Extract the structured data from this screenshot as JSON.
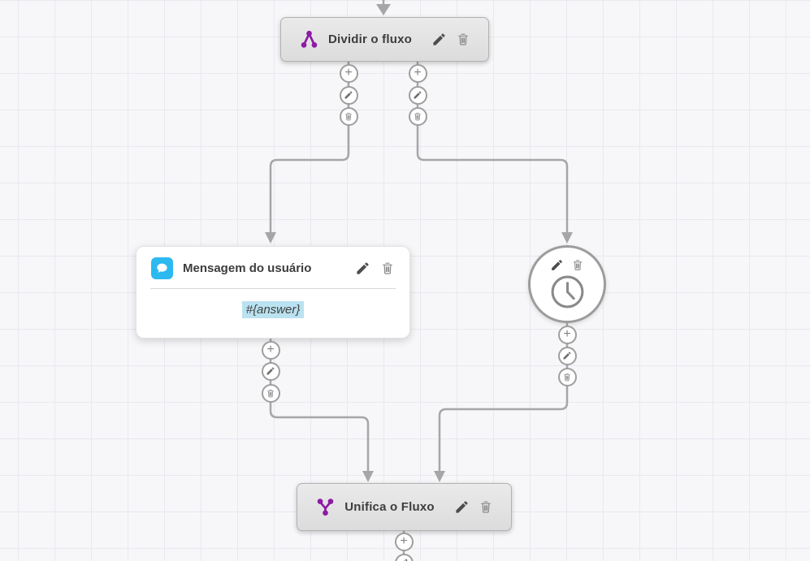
{
  "colors": {
    "canvas_bg": "#f7f7f9",
    "grid_line": "#e8e8f0",
    "connector": "#a6a6a6",
    "node_border": "#b2b2b2",
    "purple": "#8d1ba3",
    "chat_blue": "#2bb9f0",
    "highlight_blue": "#bae2f0"
  },
  "icons": {
    "plus_glyph": "+"
  },
  "nodes": {
    "split": {
      "title": "Dividir o fluxo",
      "icon": "split-flow-icon"
    },
    "user_message": {
      "title": "Mensagem do usuário",
      "icon": "chat-bubble-icon",
      "value": "#{answer}"
    },
    "timer": {
      "icon": "clock-icon"
    },
    "merge": {
      "title": "Unifica o Fluxo",
      "icon": "merge-flow-icon"
    }
  }
}
